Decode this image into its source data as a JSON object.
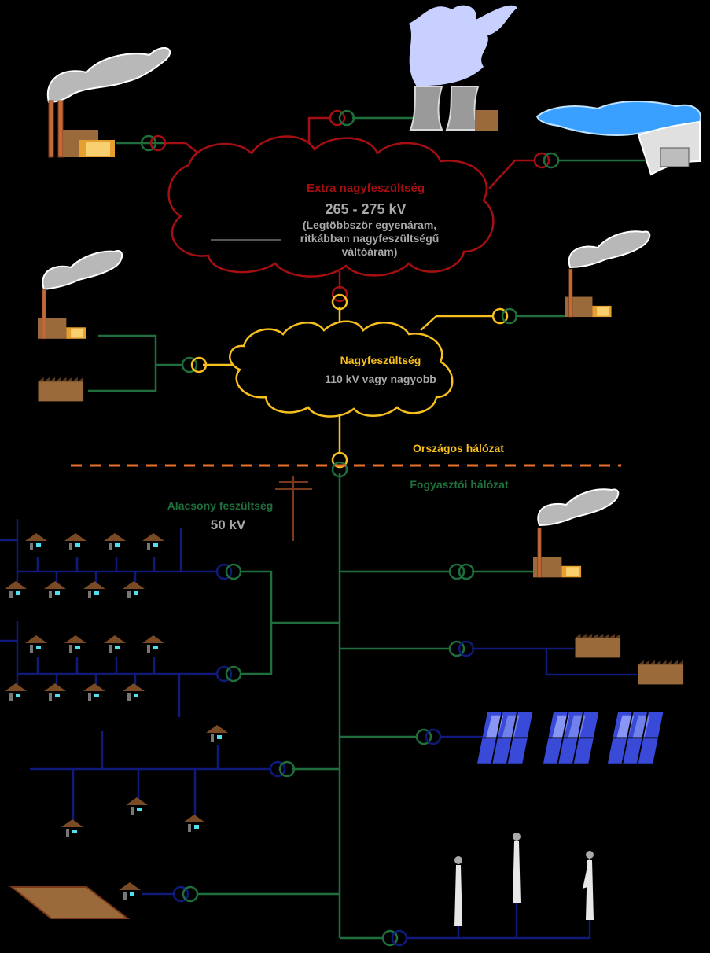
{
  "extra_high": {
    "title": "Extra nagyfeszültség",
    "voltage": "265 - 275 kV",
    "note_line1": "(Legtöbbször egyenáram,",
    "note_line2": "ritkábban nagyfeszültségű",
    "note_line3": "váltóáram)"
  },
  "high": {
    "title": "Nagyfeszültség",
    "voltage": "110 kV vagy nagyobb"
  },
  "national_grid": "Országos hálózat",
  "consumer_grid": "Fogyasztói hálózat",
  "low": {
    "title": "Alacsony feszültség",
    "voltage": "50 kV"
  },
  "colors": {
    "background": "#000000",
    "extra_high": "#a60f12",
    "high": "#f8c01e",
    "distribution": "#1f6e3c",
    "low_voltage": "#101a7a",
    "divider": "#e8702a",
    "voltage_text": "#a8a8a8"
  },
  "icons": [
    "coal-power-plant-icon",
    "nuclear-power-plant-icon",
    "hydro-dam-icon",
    "factory-icon",
    "house-icon",
    "solar-panel-icon",
    "wind-turbine-icon",
    "transformer-icon",
    "utility-pole-icon",
    "farm-field-icon"
  ]
}
